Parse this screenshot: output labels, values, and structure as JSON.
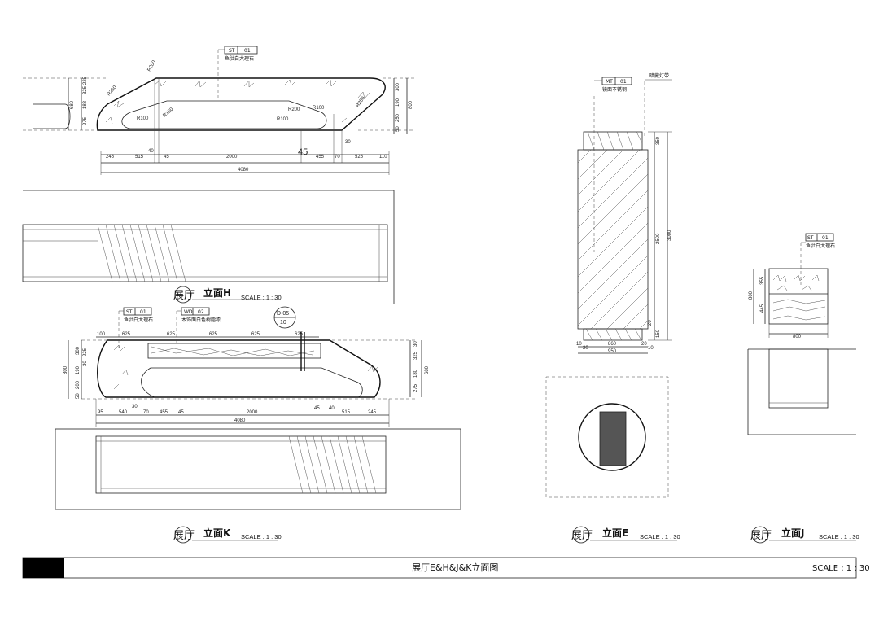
{
  "views": {
    "H": {
      "tag_code": "展厅",
      "title": "立面H",
      "scale": "SCALE : 1 : 30",
      "material": {
        "code": "ST",
        "num": "01",
        "desc": "鱼肚白大理石"
      },
      "radii": [
        "R200",
        "R250",
        "R100",
        "R150",
        "R200",
        "R100",
        "R100",
        "R250"
      ],
      "dims_bottom": [
        "245",
        "515",
        "40",
        "45",
        "2000",
        "45",
        "455",
        "70",
        "525",
        "110"
      ],
      "dim_total": "4080",
      "dims_left": [
        "225",
        "325",
        "188",
        "275"
      ],
      "dim_left_total": "680",
      "dims_right": [
        "300",
        "190",
        "250",
        "50"
      ],
      "dim_right_total": "800",
      "dim_mid": "30"
    },
    "K": {
      "tag_code": "展厅",
      "title": "立面K",
      "scale": "SCALE : 1 : 30",
      "material1": {
        "code": "ST",
        "num": "01",
        "desc": "鱼肚白大理石"
      },
      "material2": {
        "code": "WD",
        "num": "02",
        "desc": "木饰面白色树脂漆"
      },
      "section_top": "D-05",
      "section_bottom": "10",
      "dims_top": [
        "100",
        "625",
        "625",
        "625",
        "625",
        "625"
      ],
      "dims_bottom": [
        "95",
        "540",
        "30",
        "70",
        "455",
        "45",
        "2000",
        "45",
        "40",
        "515",
        "245"
      ],
      "dim_total": "4080",
      "dims_left": [
        "300",
        "225",
        "30",
        "190",
        "200",
        "50"
      ],
      "dim_left_total": "800",
      "dims_right": [
        "30",
        "325",
        "180",
        "275"
      ],
      "dim_right_total": "680"
    },
    "E": {
      "tag_code": "展厅",
      "title": "立面E",
      "scale": "SCALE : 1 : 30",
      "material": {
        "code": "MT",
        "num": "01",
        "desc": "镜面不锈钢"
      },
      "note": "暗藏灯带",
      "dims_right": [
        "350",
        "2500",
        "20",
        "150"
      ],
      "dim_right_total": "3000",
      "dims_bottom": [
        "10",
        "20",
        "860",
        "20",
        "10"
      ],
      "dim_bottom_total": "950"
    },
    "J": {
      "tag_code": "展厅",
      "title": "立面J",
      "scale": "SCALE : 1 : 30",
      "material": {
        "code": "ST",
        "num": "01",
        "desc": "鱼肚白大理石"
      },
      "dims_left": [
        "355",
        "445"
      ],
      "dim_left_total": "800",
      "dim_bottom": "800"
    }
  },
  "title_block": {
    "sheet_title": "展厅E&H&J&K立面图",
    "scale": "SCALE : 1 : 30"
  }
}
